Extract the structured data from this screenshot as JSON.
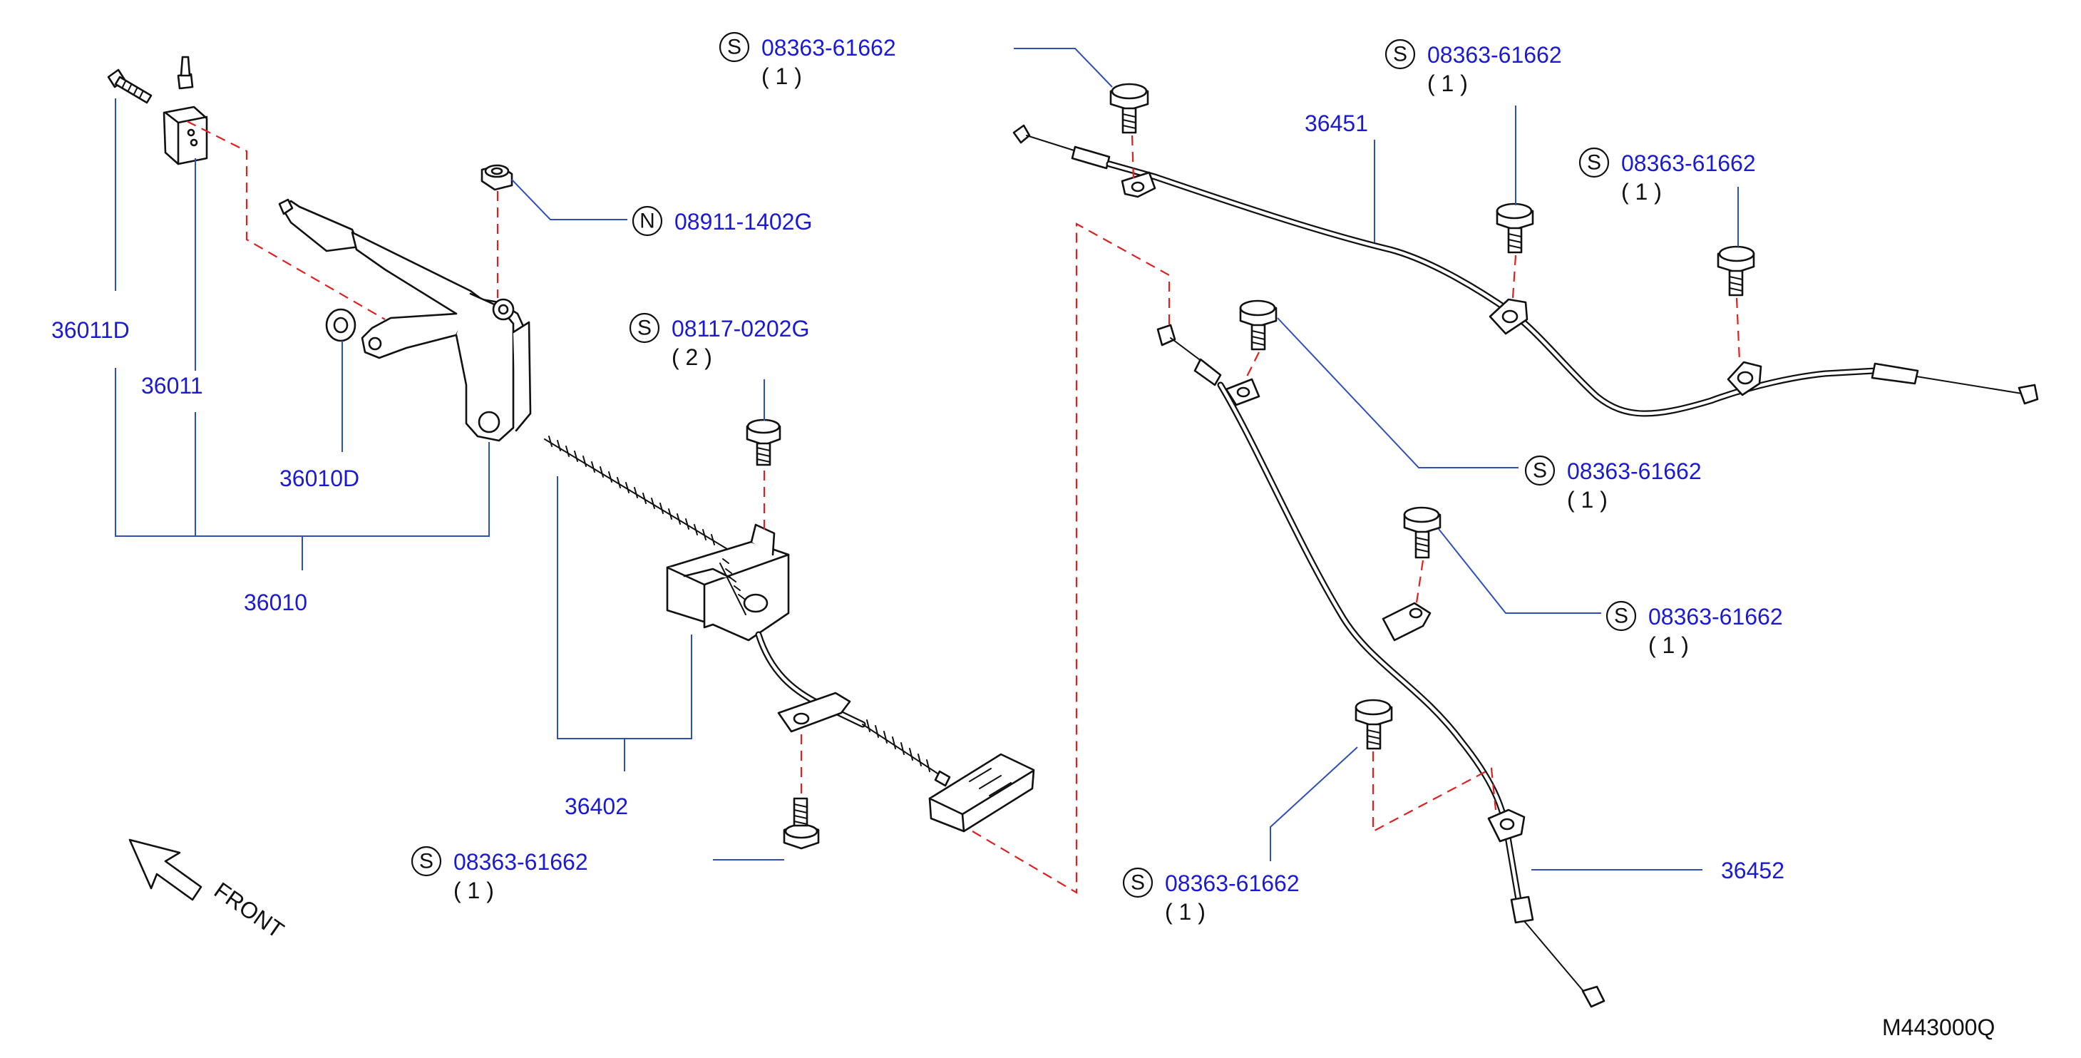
{
  "callouts": {
    "c1": {
      "code": "S",
      "part": "08363-61662",
      "qty": "( 1 )"
    },
    "c2": {
      "code": "S",
      "part": "08363-61662",
      "qty": "( 1 )"
    },
    "c3": {
      "code": "S",
      "part": "08363-61662",
      "qty": "( 1 )"
    },
    "c4": {
      "code": "N",
      "part": "08911-1402G"
    },
    "c5": {
      "code": "S",
      "part": "08117-0202G",
      "qty": "( 2 )"
    },
    "c6": {
      "code": "S",
      "part": "08363-61662",
      "qty": "( 1 )"
    },
    "c7": {
      "code": "S",
      "part": "08363-61662",
      "qty": "( 1 )"
    },
    "c8": {
      "code": "S",
      "part": "08363-61662",
      "qty": "( 1 )"
    },
    "c9": {
      "code": "S",
      "part": "08363-61662",
      "qty": "( 1 )"
    }
  },
  "labels": {
    "p36011D": "36011D",
    "p36011": "36011",
    "p36010D": "36010D",
    "p36010": "36010",
    "p36402": "36402",
    "p36451": "36451",
    "p36452": "36452"
  },
  "front": "FRONT",
  "figure_ref": "M443000Q",
  "colors": {
    "label": "#1a1ad6",
    "leader": "#2e4fb8",
    "dashed": "#e02020",
    "part": "#111111"
  }
}
